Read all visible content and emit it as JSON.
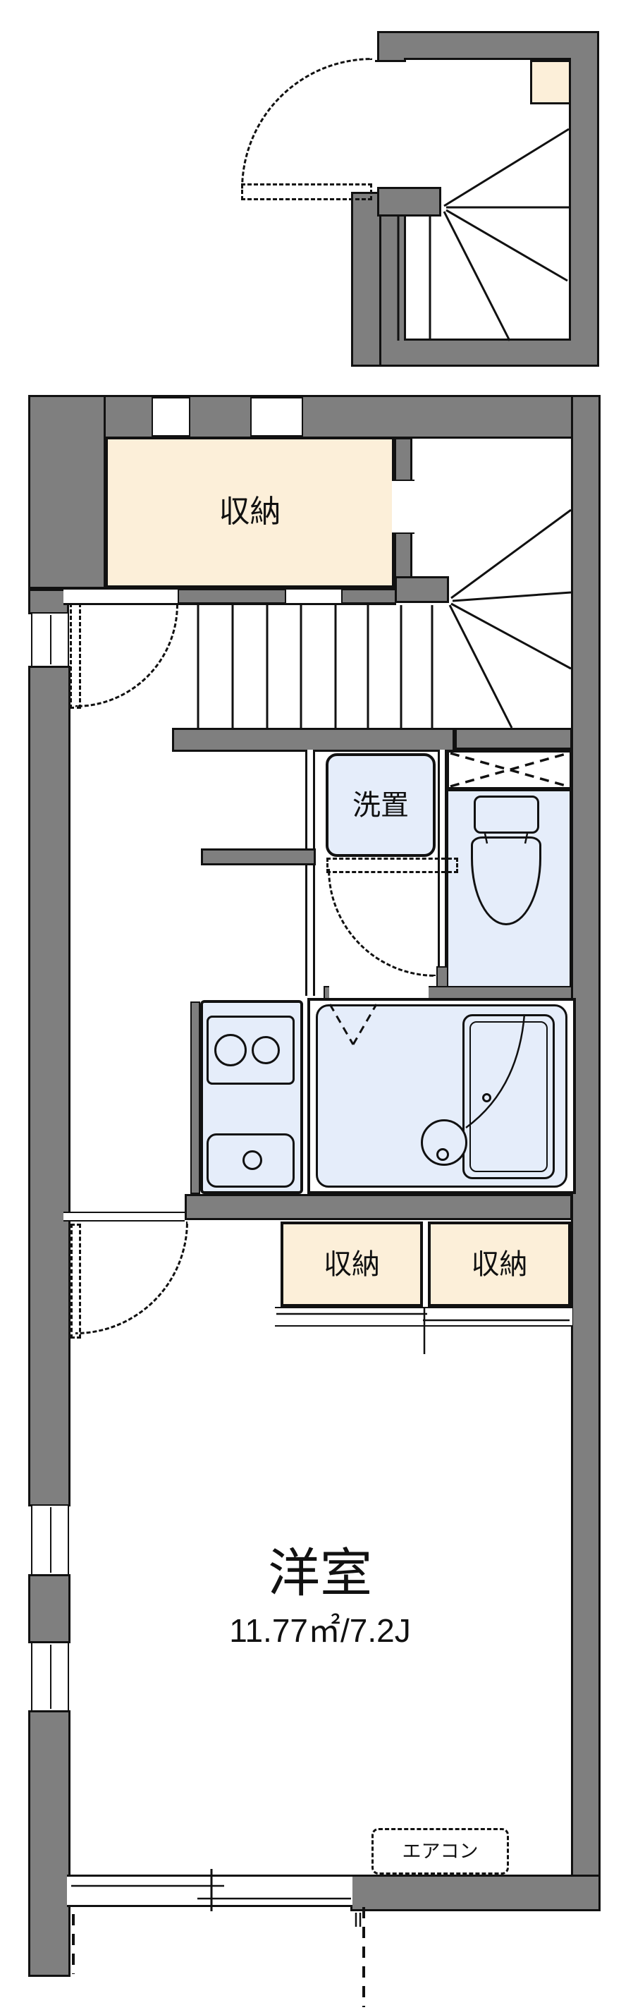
{
  "plan": {
    "title": "apartment-floorplan",
    "rooms": {
      "storage_upper": {
        "label": "収納"
      },
      "laundry": {
        "label": "洗置"
      },
      "closet_left": {
        "label": "収納"
      },
      "closet_right": {
        "label": "収納"
      },
      "main_room": {
        "label": "洋室",
        "size": "11.77㎡/7.2J"
      },
      "aircon": {
        "label": "エアコン"
      }
    },
    "colors": {
      "wall_fill": "#7f7f7f",
      "outline": "#111111",
      "storage_fill": "#fcefd9",
      "water_fill": "#e5edfa",
      "background": "#ffffff"
    }
  }
}
